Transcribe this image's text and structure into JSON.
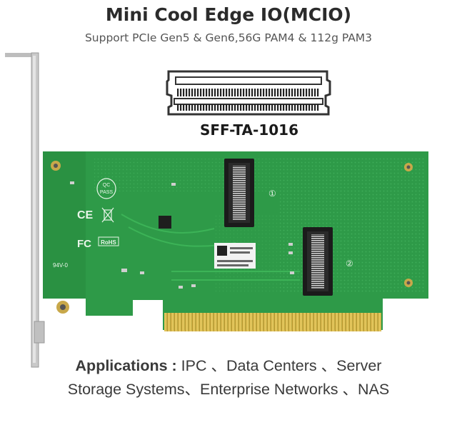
{
  "header": {
    "title": "Mini Cool Edge IO(MCIO)",
    "subtitle": "Support PCIe Gen5 & Gen6,56G PAM4 & 112g PAM3"
  },
  "connector_diagram": {
    "label": "SFF-TA-1016"
  },
  "board": {
    "color": "#2e9a48",
    "gold_finger_color": "#d4b44a",
    "bracket_color": "#c9c9c9",
    "markings": {
      "qc": "QC",
      "pass": "PASS",
      "ce": "CE",
      "fc": "FC",
      "rohs": "RoHS",
      "rating": "94V-0",
      "port1": "①",
      "port2": "②"
    }
  },
  "applications": {
    "label": "Applications :",
    "line1": "IPC 、Data Centers 、Server",
    "line2": "Storage Systems、Enterprise Networks 、NAS"
  }
}
